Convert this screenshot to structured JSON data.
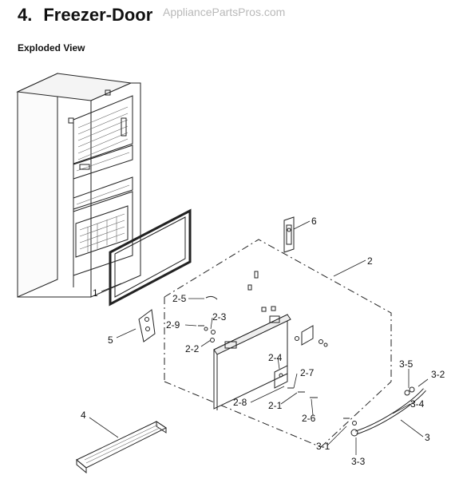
{
  "header": {
    "number": "4.",
    "title": "Freezer-Door",
    "watermark": "AppliancePartsPros.com",
    "subtitle": "Exploded View"
  },
  "callouts": {
    "c1": "1",
    "c2": "2",
    "c2_1": "2-1",
    "c2_2": "2-2",
    "c2_3": "2-3",
    "c2_4": "2-4",
    "c2_5": "2-5",
    "c2_6": "2-6",
    "c2_7": "2-7",
    "c2_8": "2-8",
    "c2_9": "2-9",
    "c3": "3",
    "c3_1": "3-1",
    "c3_2": "3-2",
    "c3_3": "3-3",
    "c3_4": "3-4",
    "c3_5": "3-5",
    "c4": "4",
    "c5": "5",
    "c6": "6"
  }
}
